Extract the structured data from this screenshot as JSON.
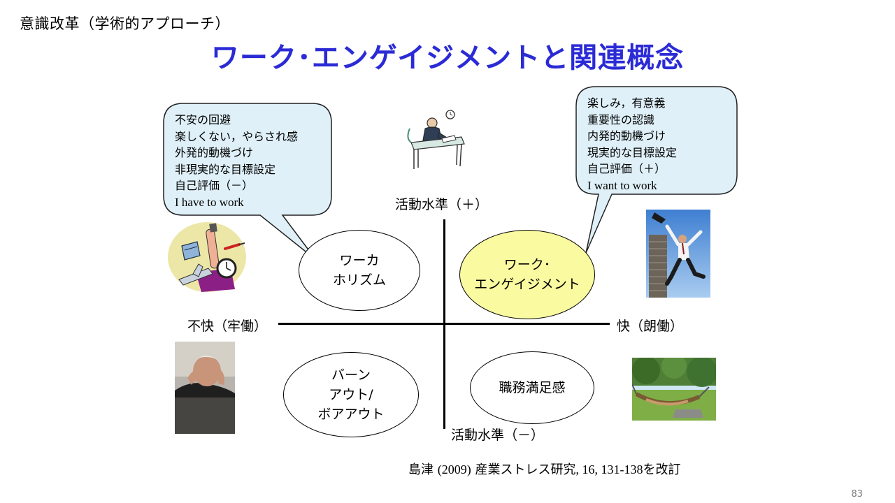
{
  "header": {
    "section_title": "意識改革（学術的アプローチ）"
  },
  "slide": {
    "title": "ワーク･エンゲイジメントと関連概念",
    "page_number": "83"
  },
  "axes": {
    "top_label": "活動水準（＋）",
    "bottom_label": "活動水準（－）",
    "left_label": "不快（牢働）",
    "right_label": "快（朗働）"
  },
  "quadrants": {
    "workaholism": {
      "line1": "ワーカ",
      "line2": "ホリズム"
    },
    "work_engagement": {
      "line1": "ワーク･",
      "line2": "エンゲイジメント"
    },
    "burnout": {
      "line1": "バーン",
      "line2": "アウト/",
      "line3": "ボアアウト"
    },
    "job_satisfaction": {
      "line1": "職務満足感"
    }
  },
  "bubbles": {
    "left": {
      "lines": [
        "不安の回避",
        "楽しくない，やらされ感",
        "外発的動機づけ",
        "非現実的な目標設定",
        "自己評価（－）"
      ],
      "english": "I have to work"
    },
    "right": {
      "lines": [
        "楽しみ，有意義",
        "重要性の認識",
        "内発的動機づけ",
        "現実的な目標設定",
        "自己評価（＋）"
      ],
      "english": "I want to work"
    }
  },
  "citation": {
    "author": "島津",
    "year": "(2009)",
    "journal": "産業ストレス研究",
    "volume_pages": ", 16, 131-138",
    "suffix": "を改訂"
  },
  "colors": {
    "title": "#2b2bd6",
    "bubble_fill": "#dff0f8",
    "engagement_fill": "#fafaa0",
    "page_number": "#7a7a7a"
  },
  "icons": [
    "office-worker-at-desk-icon",
    "busy-clutter-icon",
    "jumping-businessman-photo",
    "stressed-man-photo",
    "hammock-relaxing-photo"
  ]
}
